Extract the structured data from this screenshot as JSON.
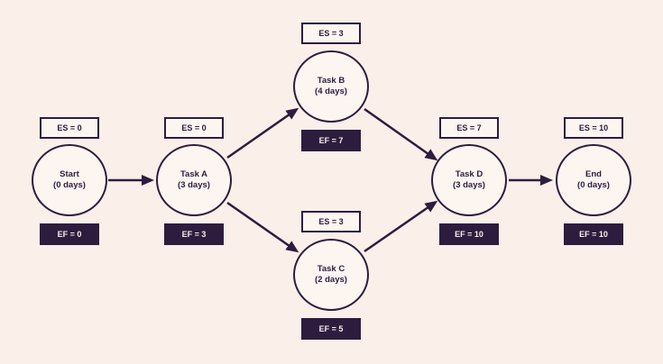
{
  "diagram": {
    "type": "activity-network",
    "colors": {
      "background": "#fbefe9",
      "node_fill": "#fdf5f0",
      "ink": "#2e1c3e",
      "ef_box_fill": "#2e1c3e",
      "ef_box_text": "#f8efe9"
    },
    "nodes": [
      {
        "id": "start",
        "label": "Start",
        "duration": "(0 days)",
        "es": "ES = 0",
        "ef": "EF = 0"
      },
      {
        "id": "task-a",
        "label": "Task A",
        "duration": "(3 days)",
        "es": "ES = 0",
        "ef": "EF = 3"
      },
      {
        "id": "task-b",
        "label": "Task B",
        "duration": "(4 days)",
        "es": "ES = 3",
        "ef": "EF = 7"
      },
      {
        "id": "task-c",
        "label": "Task C",
        "duration": "(2 days)",
        "es": "ES = 3",
        "ef": "EF = 5"
      },
      {
        "id": "task-d",
        "label": "Task D",
        "duration": "(3 days)",
        "es": "ES = 7",
        "ef": "EF = 10"
      },
      {
        "id": "end",
        "label": "End",
        "duration": "(0 days)",
        "es": "ES = 10",
        "ef": "EF = 10"
      }
    ],
    "edges": [
      {
        "from": "start",
        "to": "task-a"
      },
      {
        "from": "task-a",
        "to": "task-b"
      },
      {
        "from": "task-a",
        "to": "task-c"
      },
      {
        "from": "task-b",
        "to": "task-d"
      },
      {
        "from": "task-c",
        "to": "task-d"
      },
      {
        "from": "task-d",
        "to": "end"
      }
    ]
  }
}
